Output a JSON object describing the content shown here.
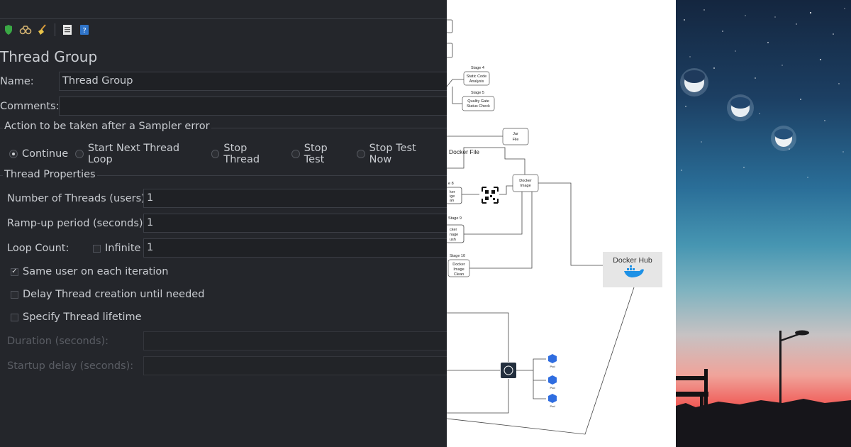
{
  "jmeter": {
    "toolbar_icons": [
      "shield-icon",
      "binoculars-icon",
      "broom-icon",
      "list-icon",
      "help-icon"
    ],
    "title": "Thread Group",
    "name_label": "Name:",
    "name_value": "Thread Group",
    "comments_label": "Comments:",
    "comments_value": "",
    "sampler_error_section": "Action to be taken after a Sampler error",
    "sampler_actions": [
      {
        "label": "Continue",
        "selected": true
      },
      {
        "label": "Start Next Thread Loop",
        "selected": false
      },
      {
        "label": "Stop Thread",
        "selected": false
      },
      {
        "label": "Stop Test",
        "selected": false
      },
      {
        "label": "Stop Test Now",
        "selected": false
      }
    ],
    "thread_properties_section": "Thread Properties",
    "threads_label": "Number of Threads (users):",
    "threads_value": "1",
    "rampup_label": "Ramp-up period (seconds):",
    "rampup_value": "1",
    "loop_label": "Loop Count:",
    "infinite_label": "Infinite",
    "infinite_checked": false,
    "loop_value": "1",
    "same_user_label": "Same user on each iteration",
    "same_user_checked": true,
    "delay_label": "Delay Thread creation until needed",
    "delay_checked": false,
    "lifetime_label": "Specify Thread lifetime",
    "lifetime_checked": false,
    "duration_label": "Duration (seconds):",
    "duration_value": "",
    "startup_label": "Startup delay (seconds):",
    "startup_value": ""
  },
  "diagram": {
    "stage4": "Stage 4",
    "node_status_code": [
      "Static Code",
      "Analysis"
    ],
    "stage5": "Stage 5",
    "node_quality_gate": [
      "Quality Gate",
      "Status Check"
    ],
    "jar_file": [
      "Jar",
      "File"
    ],
    "docker_file": "Docker File",
    "stage8": "e 8",
    "node_image_scan": [
      "ker",
      "ige",
      "an"
    ],
    "docker_image": [
      "Docker",
      "Image"
    ],
    "stage9": "Stage 9",
    "node_image_push": [
      "cker",
      "nage",
      "ush"
    ],
    "stage10": "Stage 10",
    "node_image_clean": [
      "Docker",
      "Image",
      "Clean"
    ],
    "docker_hub": "Docker Hub",
    "pod_label": "Pod"
  },
  "colors": {
    "panel_bg": "#24262b",
    "panel_text": "#c9ccd1",
    "diagram_bg": "#ffffff",
    "docker_blue": "#1d91e6",
    "k8s_blue": "#2f6de0"
  }
}
